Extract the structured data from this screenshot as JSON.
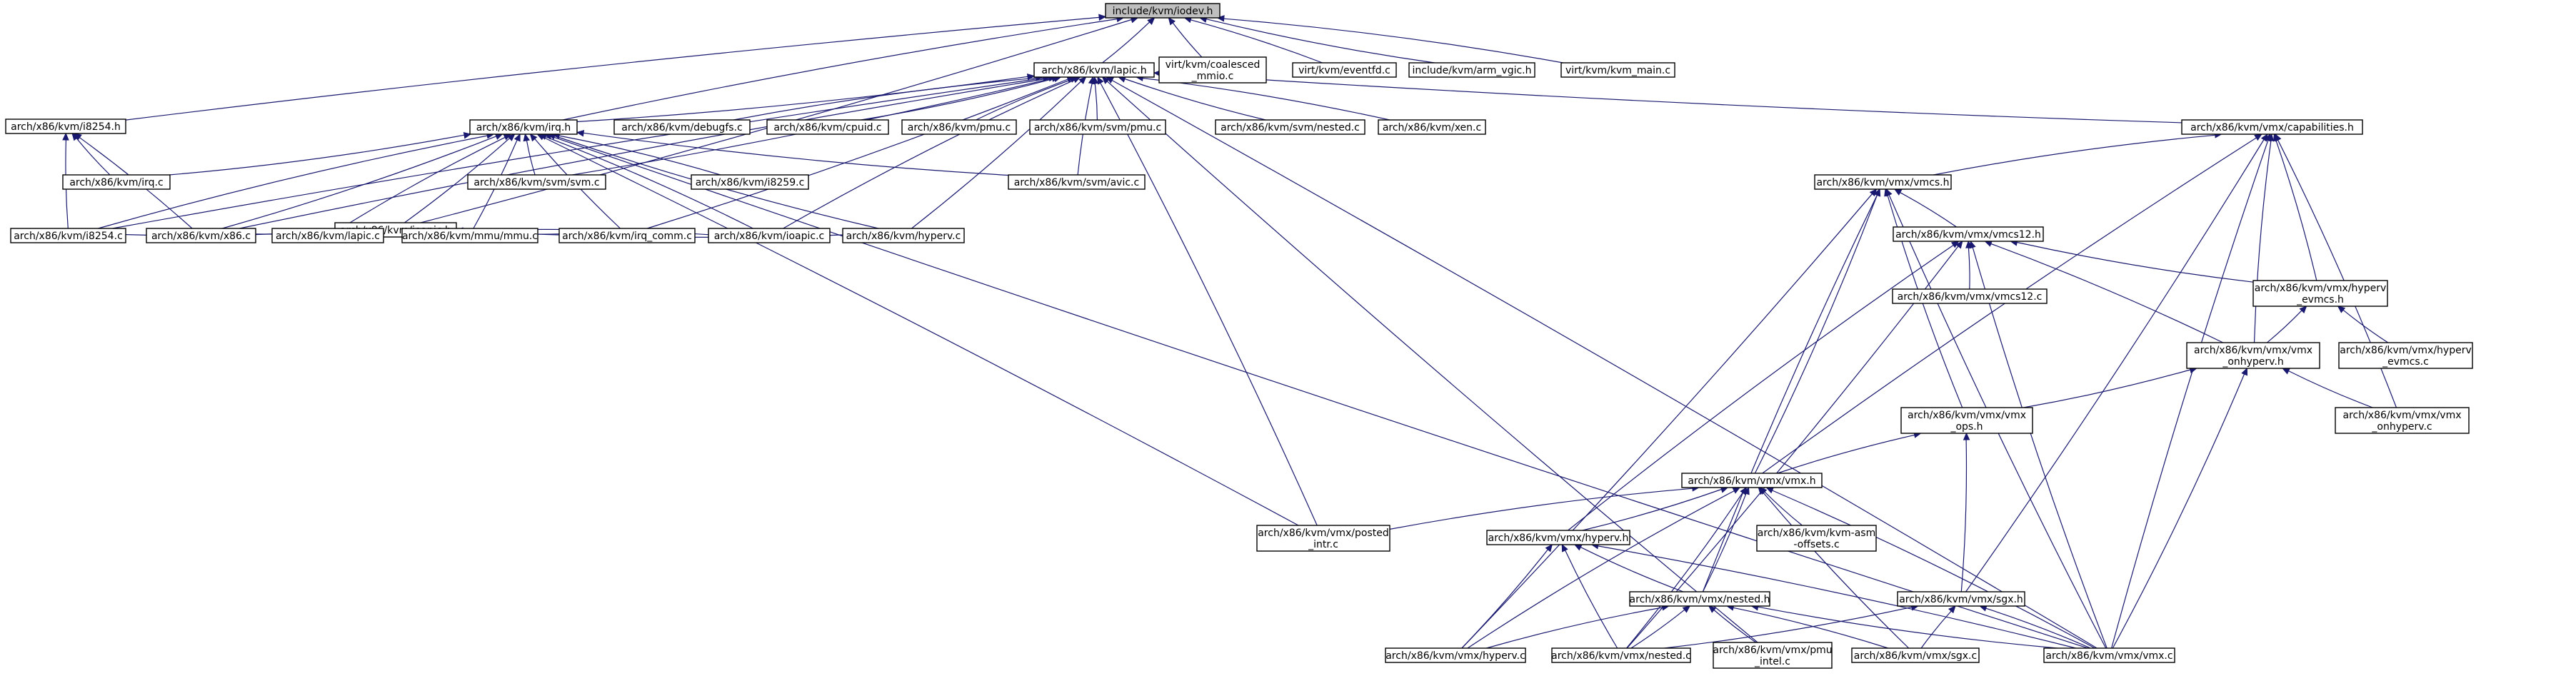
{
  "diagram": {
    "nodes": [
      {
        "id": "sodev_h",
        "lines": [
          "include/kvm/iodev.h"
        ],
        "root": true
      },
      {
        "id": "i8254_h",
        "lines": [
          "arch/x86/kvm/i8254.h"
        ]
      },
      {
        "id": "lapic_h",
        "lines": [
          "arch/x86/kvm/lapic.h"
        ]
      },
      {
        "id": "coalesced_mmio",
        "lines": [
          "virt/kvm/coalesced",
          "_mmio.c"
        ]
      },
      {
        "id": "eventfd",
        "lines": [
          "virt/kvm/eventfd.c"
        ]
      },
      {
        "id": "arm_vgic",
        "lines": [
          "include/kvm/arm_vgic.h"
        ]
      },
      {
        "id": "kvm_main",
        "lines": [
          "virt/kvm/kvm_main.c"
        ]
      },
      {
        "id": "irq_h",
        "lines": [
          "arch/x86/kvm/irq.h"
        ]
      },
      {
        "id": "debugfs",
        "lines": [
          "arch/x86/kvm/debugfs.c"
        ]
      },
      {
        "id": "cpuid",
        "lines": [
          "arch/x86/kvm/cpuid.c"
        ]
      },
      {
        "id": "pmu_c",
        "lines": [
          "arch/x86/kvm/pmu.c"
        ]
      },
      {
        "id": "svm_pmu",
        "lines": [
          "arch/x86/kvm/svm/pmu.c"
        ]
      },
      {
        "id": "svm_nested",
        "lines": [
          "arch/x86/kvm/svm/nested.c"
        ]
      },
      {
        "id": "xen_c",
        "lines": [
          "arch/x86/kvm/xen.c"
        ]
      },
      {
        "id": "capabilities_h",
        "lines": [
          "arch/x86/kvm/vmx/capabilities.h"
        ]
      },
      {
        "id": "irq_c",
        "lines": [
          "arch/x86/kvm/irq.c"
        ]
      },
      {
        "id": "svm_c",
        "lines": [
          "arch/x86/kvm/svm/svm.c"
        ]
      },
      {
        "id": "i8259",
        "lines": [
          "arch/x86/kvm/i8259.c"
        ]
      },
      {
        "id": "avic",
        "lines": [
          "arch/x86/kvm/svm/avic.c"
        ]
      },
      {
        "id": "vmcs_h",
        "lines": [
          "arch/x86/kvm/vmx/vmcs.h"
        ]
      },
      {
        "id": "ioapic_h",
        "lines": [
          "arch/x86/kvm/ioapic.h"
        ]
      },
      {
        "id": "i8254_c",
        "lines": [
          "arch/x86/kvm/i8254.c"
        ]
      },
      {
        "id": "x86_c",
        "lines": [
          "arch/x86/kvm/x86.c"
        ]
      },
      {
        "id": "lapic_c",
        "lines": [
          "arch/x86/kvm/lapic.c"
        ]
      },
      {
        "id": "mmu_c",
        "lines": [
          "arch/x86/kvm/mmu/mmu.c"
        ]
      },
      {
        "id": "irq_comm",
        "lines": [
          "arch/x86/kvm/irq_comm.c"
        ]
      },
      {
        "id": "ioapic_c",
        "lines": [
          "arch/x86/kvm/ioapic.c"
        ]
      },
      {
        "id": "hyperv_c",
        "lines": [
          "arch/x86/kvm/hyperv.c"
        ]
      },
      {
        "id": "vmcs12_h",
        "lines": [
          "arch/x86/kvm/vmx/vmcs12.h"
        ]
      },
      {
        "id": "vmcs12_c",
        "lines": [
          "arch/x86/kvm/vmx/vmcs12.c"
        ]
      },
      {
        "id": "hyperv_evmcs_h",
        "lines": [
          "arch/x86/kvm/vmx/hyperv",
          "_evmcs.h"
        ]
      },
      {
        "id": "onhyperv_h",
        "lines": [
          "arch/x86/kvm/vmx/vmx",
          "_onhyperv.h"
        ]
      },
      {
        "id": "hyperv_evmcs_c",
        "lines": [
          "arch/x86/kvm/vmx/hyperv",
          "_evmcs.c"
        ]
      },
      {
        "id": "vmx_ops_h",
        "lines": [
          "arch/x86/kvm/vmx/vmx",
          "_ops.h"
        ]
      },
      {
        "id": "onhyperv_c",
        "lines": [
          "arch/x86/kvm/vmx/vmx",
          "_onhyperv.c"
        ]
      },
      {
        "id": "vmx_h",
        "lines": [
          "arch/x86/kvm/vmx/vmx.h"
        ]
      },
      {
        "id": "posted_intr",
        "lines": [
          "arch/x86/kvm/vmx/posted",
          "_intr.c"
        ]
      },
      {
        "id": "vmx_hyperv_h",
        "lines": [
          "arch/x86/kvm/vmx/hyperv.h"
        ]
      },
      {
        "id": "asm_offsets",
        "lines": [
          "arch/x86/kvm/kvm-asm",
          "-offsets.c"
        ]
      },
      {
        "id": "nested_h",
        "lines": [
          "arch/x86/kvm/vmx/nested.h"
        ]
      },
      {
        "id": "sgx_h",
        "lines": [
          "arch/x86/kvm/vmx/sgx.h"
        ]
      },
      {
        "id": "vmx_hyperv_c",
        "lines": [
          "arch/x86/kvm/vmx/hyperv.c"
        ]
      },
      {
        "id": "nested_c",
        "lines": [
          "arch/x86/kvm/vmx/nested.c"
        ]
      },
      {
        "id": "pmu_intel",
        "lines": [
          "arch/x86/kvm/vmx/pmu",
          "_intel.c"
        ]
      },
      {
        "id": "sgx_c",
        "lines": [
          "arch/x86/kvm/vmx/sgx.c"
        ]
      },
      {
        "id": "vmx_c",
        "lines": [
          "arch/x86/kvm/vmx/vmx.c"
        ]
      }
    ],
    "edges": [
      [
        "i8254_h",
        "sodev_h"
      ],
      [
        "lapic_h",
        "sodev_h"
      ],
      [
        "coalesced_mmio",
        "sodev_h"
      ],
      [
        "eventfd",
        "sodev_h"
      ],
      [
        "arm_vgic",
        "sodev_h"
      ],
      [
        "kvm_main",
        "sodev_h"
      ],
      [
        "irq_h",
        "sodev_h"
      ],
      [
        "ioapic_h",
        "sodev_h"
      ],
      [
        "i8254_c",
        "i8254_h"
      ],
      [
        "x86_c",
        "i8254_h"
      ],
      [
        "irq_c",
        "i8254_h"
      ],
      [
        "irq_h",
        "lapic_h"
      ],
      [
        "debugfs",
        "lapic_h"
      ],
      [
        "cpuid",
        "lapic_h"
      ],
      [
        "pmu_c",
        "lapic_h"
      ],
      [
        "svm_pmu",
        "lapic_h"
      ],
      [
        "svm_nested",
        "lapic_h"
      ],
      [
        "xen_c",
        "lapic_h"
      ],
      [
        "capabilities_h",
        "lapic_h"
      ],
      [
        "vmx_c",
        "lapic_h"
      ],
      [
        "pmu_intel",
        "lapic_h"
      ],
      [
        "posted_intr",
        "lapic_h"
      ],
      [
        "x86_c",
        "lapic_h"
      ],
      [
        "irq_comm",
        "lapic_h"
      ],
      [
        "ioapic_c",
        "lapic_h"
      ],
      [
        "hyperv_c",
        "lapic_h"
      ],
      [
        "avic",
        "lapic_h"
      ],
      [
        "svm_c",
        "lapic_h"
      ],
      [
        "i8254_c",
        "lapic_h"
      ],
      [
        "irq_c",
        "irq_h"
      ],
      [
        "svm_c",
        "irq_h"
      ],
      [
        "i8259",
        "irq_h"
      ],
      [
        "avic",
        "irq_h"
      ],
      [
        "ioapic_h",
        "irq_h"
      ],
      [
        "i8254_c",
        "irq_h"
      ],
      [
        "x86_c",
        "irq_h"
      ],
      [
        "lapic_c",
        "irq_h"
      ],
      [
        "mmu_c",
        "irq_h"
      ],
      [
        "irq_comm",
        "irq_h"
      ],
      [
        "ioapic_c",
        "irq_h"
      ],
      [
        "hyperv_c",
        "irq_h"
      ],
      [
        "posted_intr",
        "irq_h"
      ],
      [
        "vmx_c",
        "irq_h"
      ],
      [
        "x86_c",
        "ioapic_h"
      ],
      [
        "lapic_c",
        "ioapic_h"
      ],
      [
        "mmu_c",
        "ioapic_h"
      ],
      [
        "irq_comm",
        "ioapic_h"
      ],
      [
        "ioapic_c",
        "ioapic_h"
      ],
      [
        "hyperv_c",
        "ioapic_h"
      ],
      [
        "i8254_c",
        "ioapic_h"
      ],
      [
        "vmcs_h",
        "capabilities_h"
      ],
      [
        "hyperv_evmcs_h",
        "capabilities_h"
      ],
      [
        "onhyperv_h",
        "capabilities_h"
      ],
      [
        "onhyperv_c",
        "capabilities_h"
      ],
      [
        "vmx_h",
        "capabilities_h"
      ],
      [
        "sgx_h",
        "capabilities_h"
      ],
      [
        "vmx_c",
        "capabilities_h"
      ],
      [
        "vmcs12_h",
        "vmcs_h"
      ],
      [
        "vmx_ops_h",
        "vmcs_h"
      ],
      [
        "vmx_h",
        "vmcs_h"
      ],
      [
        "nested_h",
        "vmcs_h"
      ],
      [
        "vmx_hyperv_c",
        "vmcs_h"
      ],
      [
        "vmx_c",
        "vmcs_h"
      ],
      [
        "vmcs12_c",
        "vmcs12_h"
      ],
      [
        "hyperv_evmcs_h",
        "vmcs12_h"
      ],
      [
        "onhyperv_h",
        "vmcs12_h"
      ],
      [
        "vmx_hyperv_h",
        "vmcs12_h"
      ],
      [
        "nested_c",
        "vmcs12_h"
      ],
      [
        "vmx_c",
        "vmcs12_h"
      ],
      [
        "onhyperv_h",
        "hyperv_evmcs_h"
      ],
      [
        "hyperv_evmcs_c",
        "hyperv_evmcs_h"
      ],
      [
        "vmx_ops_h",
        "onhyperv_h"
      ],
      [
        "onhyperv_c",
        "onhyperv_h"
      ],
      [
        "vmx_c",
        "onhyperv_h"
      ],
      [
        "vmx_h",
        "vmx_ops_h"
      ],
      [
        "sgx_h",
        "vmx_ops_h"
      ],
      [
        "posted_intr",
        "vmx_h"
      ],
      [
        "vmx_hyperv_h",
        "vmx_h"
      ],
      [
        "asm_offsets",
        "vmx_h"
      ],
      [
        "nested_h",
        "vmx_h"
      ],
      [
        "vmx_hyperv_c",
        "vmx_h"
      ],
      [
        "nested_c",
        "vmx_h"
      ],
      [
        "sgx_c",
        "vmx_h"
      ],
      [
        "vmx_c",
        "vmx_h"
      ],
      [
        "nested_h",
        "vmx_hyperv_h"
      ],
      [
        "vmx_hyperv_c",
        "vmx_hyperv_h"
      ],
      [
        "nested_c",
        "vmx_hyperv_h"
      ],
      [
        "vmx_c",
        "vmx_hyperv_h"
      ],
      [
        "vmx_hyperv_c",
        "nested_h"
      ],
      [
        "nested_c",
        "nested_h"
      ],
      [
        "pmu_intel",
        "nested_h"
      ],
      [
        "sgx_c",
        "nested_h"
      ],
      [
        "vmx_c",
        "nested_h"
      ],
      [
        "nested_c",
        "sgx_h"
      ],
      [
        "sgx_c",
        "sgx_h"
      ],
      [
        "vmx_c",
        "sgx_h"
      ]
    ]
  }
}
